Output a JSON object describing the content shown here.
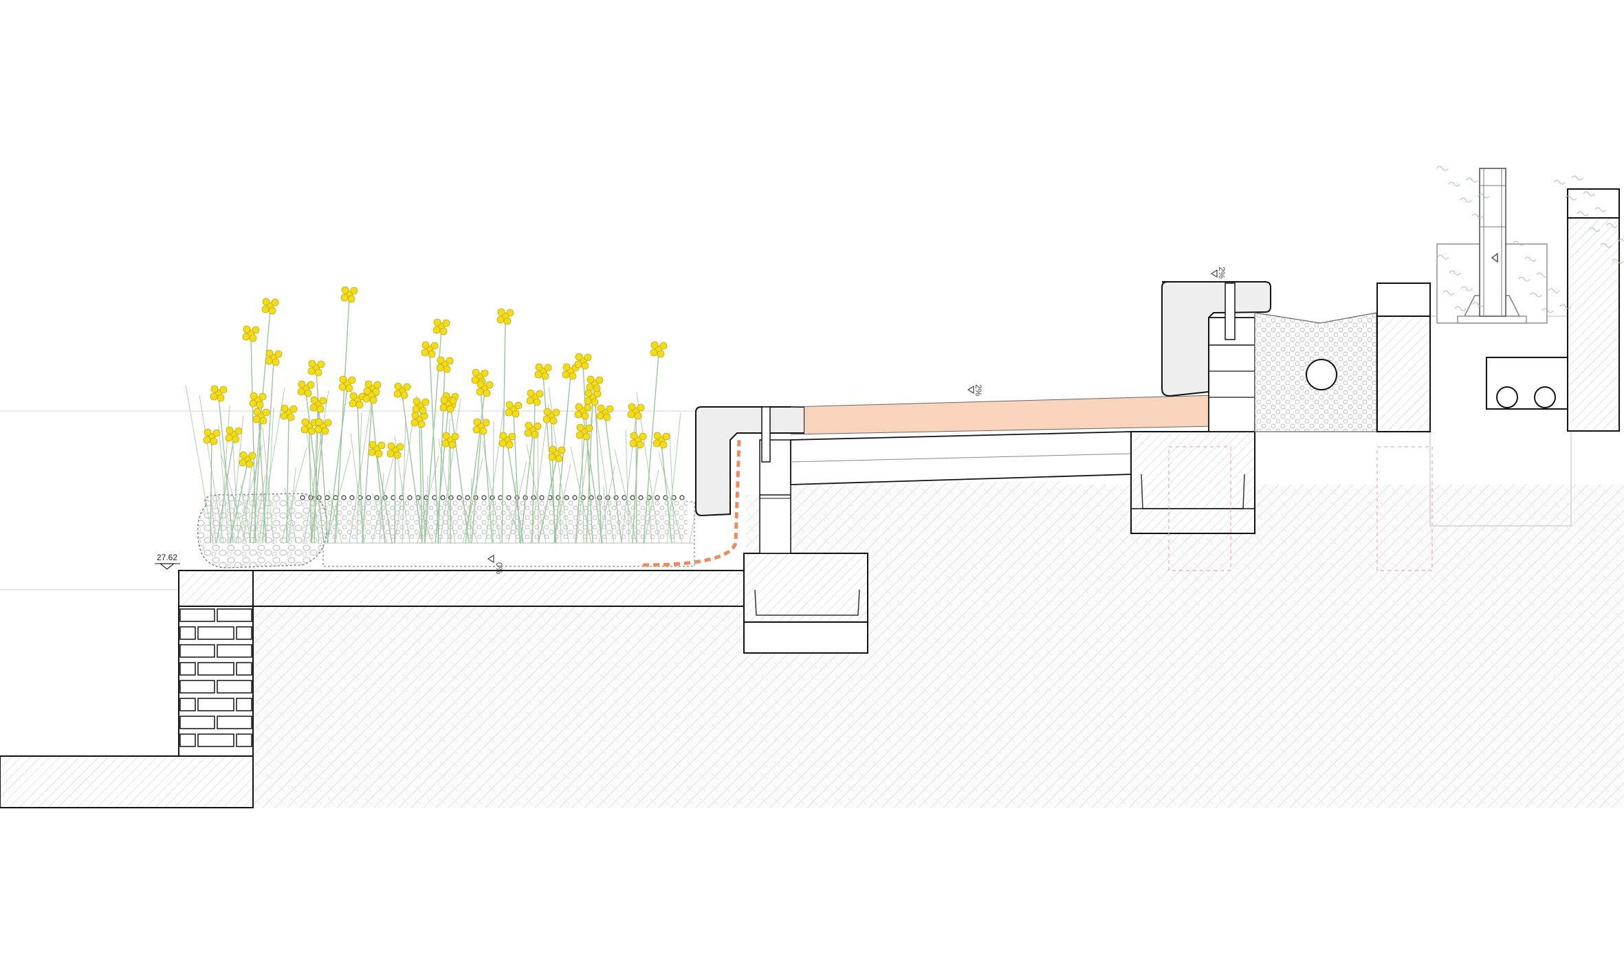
{
  "drawing": {
    "elevation_label": "27.62",
    "slope_labels": {
      "planter": "0%",
      "ramp": "2%",
      "top_curb": "2%"
    }
  },
  "colors": {
    "line": "#111111",
    "hatch": "#c8c8c8",
    "soil_pattern": "#dcdcdc",
    "plant_stem": "#9cc49c",
    "flower": "#f2dd1c",
    "flower_outline": "#c7a800",
    "ramp_fill": "#f7d4bb",
    "drain_dash": "#ef8a5e",
    "guide_line": "#cfcfcf",
    "ghost_line": "#e8a9a9"
  },
  "icons": {
    "level_marker": "triangle-down-icon",
    "slope_arrow": "slope-arrow-icon",
    "pipe": "pipe-circle-icon"
  }
}
